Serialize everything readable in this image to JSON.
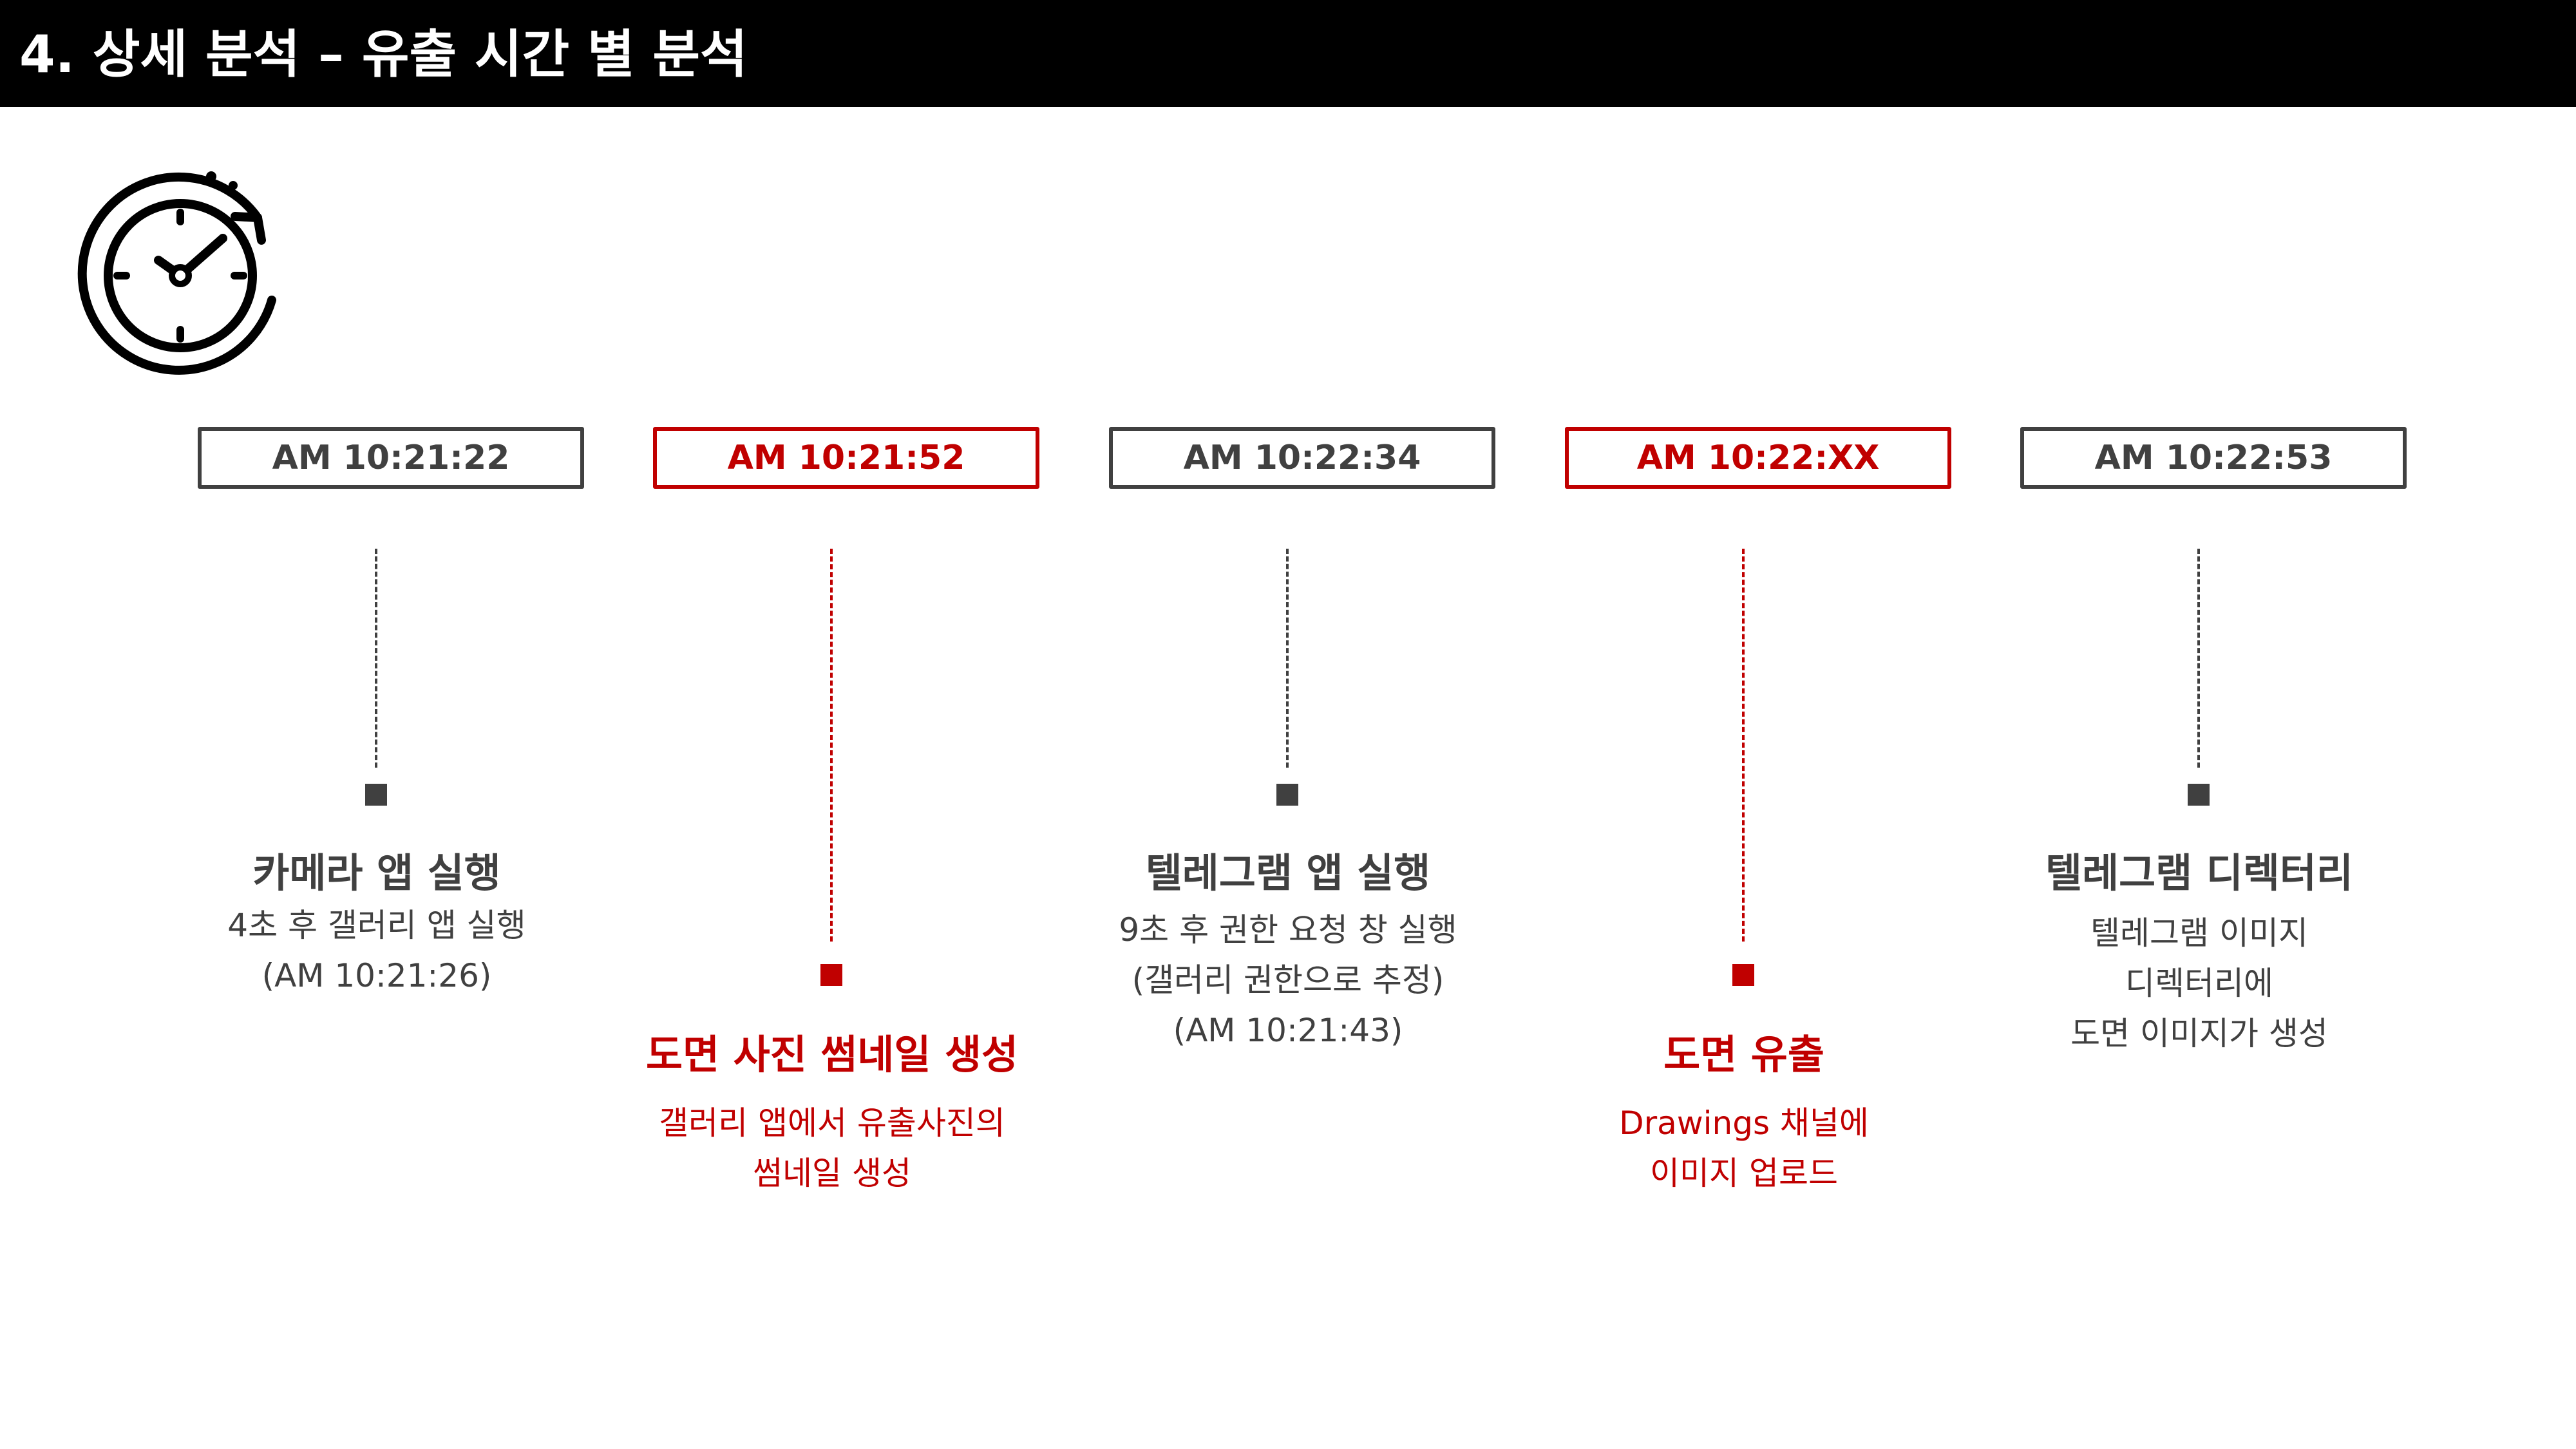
{
  "page": {
    "title": "4. 상세 분석 – 유출 시간 별 분석",
    "icon": "clock-history-icon"
  },
  "colors": {
    "accent": "#c00000",
    "neutral": "#404040",
    "header_bg": "#000000"
  },
  "timeline": [
    {
      "time": "AM 10:21:22",
      "highlight": false,
      "title": "카메라 앱 실행",
      "desc": [
        "4초 후 갤러리 앱 실행",
        "(AM 10:21:26)"
      ]
    },
    {
      "time": "AM 10:21:52",
      "highlight": true,
      "title": "도면 사진 썸네일 생성",
      "desc": [
        "갤러리 앱에서 유출사진의",
        "썸네일 생성"
      ]
    },
    {
      "time": "AM 10:22:34",
      "highlight": false,
      "title": "텔레그램 앱 실행",
      "desc": [
        "9초 후 권한 요청 창 실행",
        "(갤러리 권한으로 추정)",
        "(AM 10:21:43)"
      ]
    },
    {
      "time": "AM 10:22:XX",
      "highlight": true,
      "title": "도면 유출",
      "desc": [
        "Drawings 채널에",
        "이미지 업로드"
      ]
    },
    {
      "time": "AM 10:22:53",
      "highlight": false,
      "title": "텔레그램 디렉터리",
      "desc": [
        "텔레그램 이미지",
        "디렉터리에",
        "도면 이미지가 생성"
      ]
    }
  ]
}
